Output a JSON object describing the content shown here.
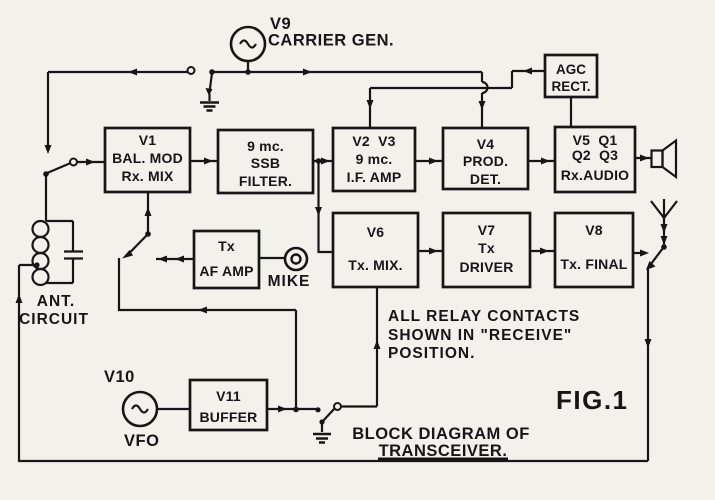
{
  "colors": {
    "paper": "#f2f1ec",
    "ink": "#161616"
  },
  "generators": {
    "carrier": {
      "designator": "V9",
      "label": "CARRIER GEN."
    },
    "vfo": {
      "designator": "V10",
      "label": "VFO"
    }
  },
  "blocks": {
    "bal_mod": {
      "lines": [
        "V1",
        "BAL. MOD",
        "Rx. MIX"
      ]
    },
    "ssb_filter": {
      "lines": [
        "9 mc.",
        "SSB",
        "FILTER."
      ]
    },
    "if_amp": {
      "lines": [
        "V2  V3",
        "9 mc.",
        "I.F. AMP"
      ]
    },
    "prod_det": {
      "lines": [
        "V4",
        "PROD.",
        "DET."
      ]
    },
    "rx_audio": {
      "lines": [
        "V5  Q1",
        "Q2  Q3",
        "Rx.AUDIO"
      ]
    },
    "agc_rect": {
      "lines": [
        "AGC",
        "RECT."
      ]
    },
    "tx_af_amp": {
      "lines": [
        "Tx",
        "AF AMP"
      ]
    },
    "tx_mix": {
      "lines": [
        "V6",
        "Tx. MIX."
      ]
    },
    "tx_driver": {
      "lines": [
        "V7",
        "Tx",
        "DRIVER"
      ]
    },
    "tx_final": {
      "lines": [
        "V8",
        "Tx. FINAL"
      ]
    },
    "buffer": {
      "lines": [
        "V11",
        "BUFFER"
      ]
    },
    "ant_circuit": {
      "lines": [
        "ANT.",
        "CIRCUIT"
      ]
    }
  },
  "labels": {
    "mike": "MIKE"
  },
  "note": {
    "line1": "ALL RELAY CONTACTS",
    "line2": "SHOWN IN \"RECEIVE\"",
    "line3": "POSITION."
  },
  "caption": {
    "fig": "FIG.1",
    "line1": "BLOCK DIAGRAM OF",
    "line2": "TRANSCEIVER."
  }
}
